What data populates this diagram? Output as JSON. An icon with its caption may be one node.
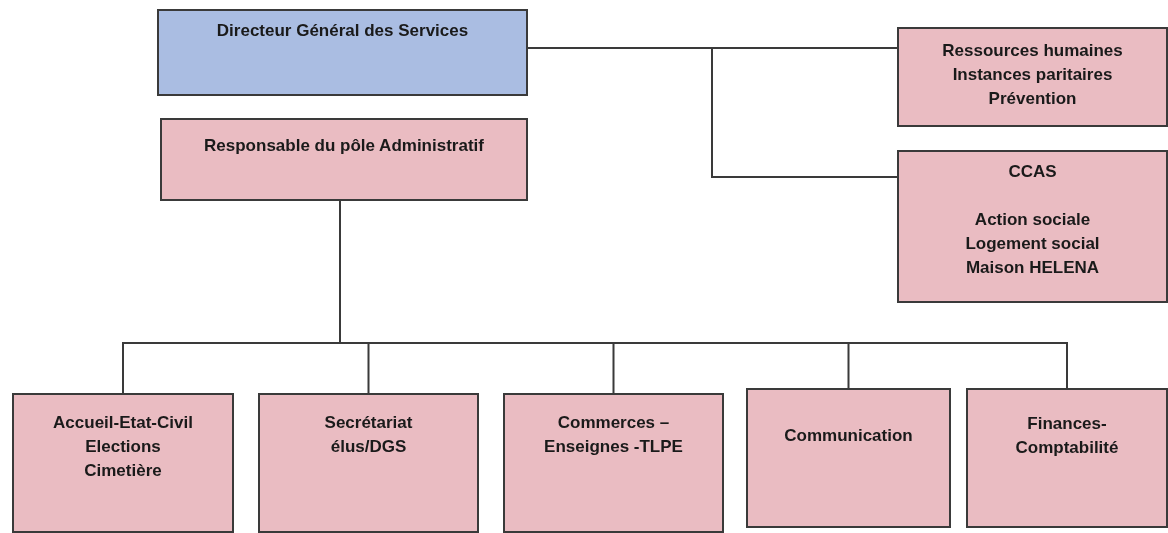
{
  "diagram": {
    "nodes": [
      {
        "text": [
          "Directeur Général des Services"
        ]
      },
      {
        "text": [
          "Responsable du pôle Administratif"
        ]
      },
      {
        "text": [
          "Ressources humaines",
          "Instances paritaires",
          "Prévention"
        ]
      },
      {
        "text": [
          "CCAS",
          "Action sociale",
          "Logement social",
          "Maison HELENA"
        ]
      },
      {
        "text": [
          "Accueil-Etat-Civil",
          "Elections",
          "Cimetière"
        ]
      },
      {
        "text": [
          "Secrétariat élus/DGS"
        ]
      },
      {
        "text": [
          "Commerces – Enseignes -TLPE"
        ]
      },
      {
        "text": [
          "Communication"
        ]
      },
      {
        "text": [
          "Finances- Comptabilité"
        ]
      }
    ],
    "edges": [
      {
        "from": 0,
        "to": 2,
        "arrow": "none"
      },
      {
        "from": 0,
        "to": 3,
        "arrow": "none"
      },
      {
        "from": 1,
        "to": 4,
        "arrow": "none"
      },
      {
        "from": 1,
        "to": 5,
        "arrow": "none"
      },
      {
        "from": 1,
        "to": 6,
        "arrow": "none"
      },
      {
        "from": 1,
        "to": 7,
        "arrow": "none"
      },
      {
        "from": 1,
        "to": 8,
        "arrow": "none"
      }
    ]
  }
}
